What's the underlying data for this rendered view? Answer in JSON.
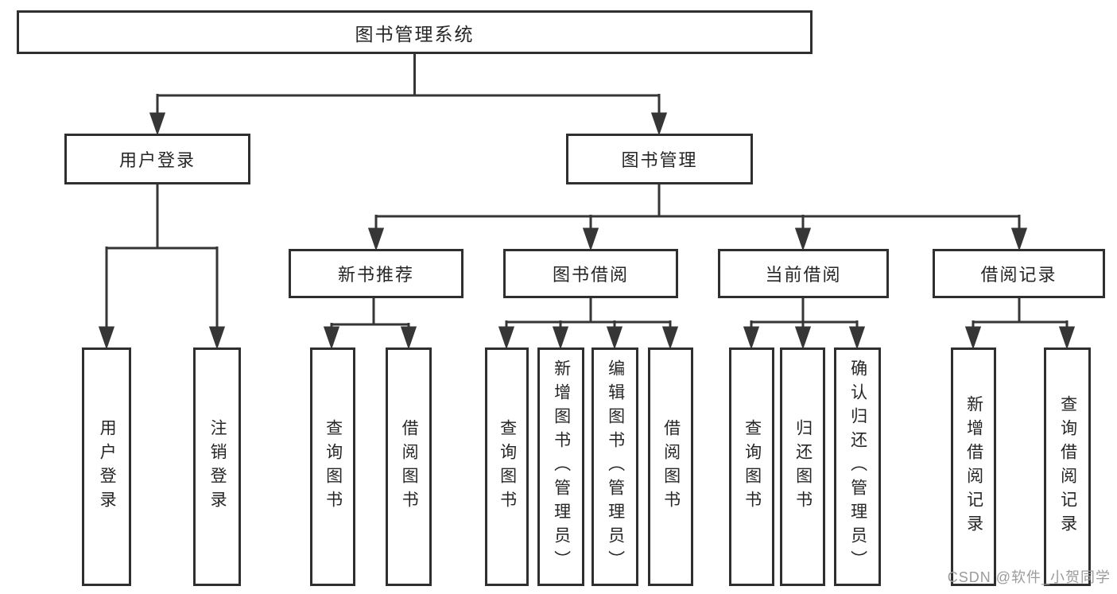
{
  "colors": {
    "line": "#363636",
    "box_border": "#2f2f2f",
    "text": "#262626",
    "watermark": "#9b9b9b",
    "background": "#ffffff"
  },
  "diagram": {
    "root": {
      "label": "图书管理系统"
    },
    "level1": [
      {
        "label": "用户登录"
      },
      {
        "label": "图书管理"
      }
    ],
    "level2": [
      {
        "label": "新书推荐"
      },
      {
        "label": "图书借阅"
      },
      {
        "label": "当前借阅"
      },
      {
        "label": "借阅记录"
      }
    ],
    "leaves": [
      {
        "group": "用户登录",
        "label": "用户登录"
      },
      {
        "group": "用户登录",
        "label": "注销登录"
      },
      {
        "group": "新书推荐",
        "label": "查询图书"
      },
      {
        "group": "新书推荐",
        "label": "借阅图书"
      },
      {
        "group": "图书借阅",
        "label": "查询图书"
      },
      {
        "group": "图书借阅",
        "label": "新增图书（管理员）"
      },
      {
        "group": "图书借阅",
        "label": "编辑图书（管理员）"
      },
      {
        "group": "图书借阅",
        "label": "借阅图书"
      },
      {
        "group": "当前借阅",
        "label": "查询图书"
      },
      {
        "group": "当前借阅",
        "label": "归还图书"
      },
      {
        "group": "当前借阅",
        "label": "确认归还（管理员）"
      },
      {
        "group": "借阅记录",
        "label": "新增借阅记录"
      },
      {
        "group": "借阅记录",
        "label": "查询借阅记录"
      }
    ]
  },
  "watermark": {
    "text": "CSDN @软件_小贺同学"
  }
}
